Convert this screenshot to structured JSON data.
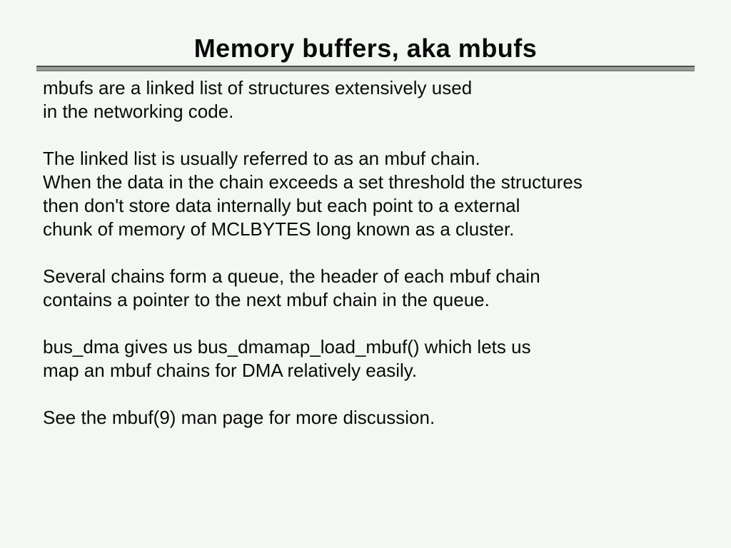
{
  "slide": {
    "title": "Memory buffers, aka mbufs",
    "paragraphs": [
      {
        "lines": [
          "mbufs are a linked list of structures extensively used",
          "in the networking code."
        ]
      },
      {
        "lines": [
          "The linked list is usually referred to as an mbuf chain.",
          "When the data in the chain exceeds a set threshold the structures",
          "then don't store data internally but each point to a external",
          "chunk of memory of MCLBYTES long known as a cluster."
        ]
      },
      {
        "lines": [
          "Several chains form a queue, the header of each mbuf chain",
          "contains a pointer to the next mbuf chain in the queue."
        ]
      },
      {
        "lines": [
          "bus_dma gives us bus_dmamap_load_mbuf() which lets us",
          "map an mbuf chains for DMA relatively easily."
        ]
      },
      {
        "lines": [
          "See the mbuf(9) man page for more discussion."
        ]
      }
    ]
  },
  "colors": {
    "background": "#f3f9f2",
    "text": "#0a0a0a",
    "rule_top": "#4e534e",
    "rule_body": "#9aa09a",
    "rule_bottom": "#7e847e"
  }
}
